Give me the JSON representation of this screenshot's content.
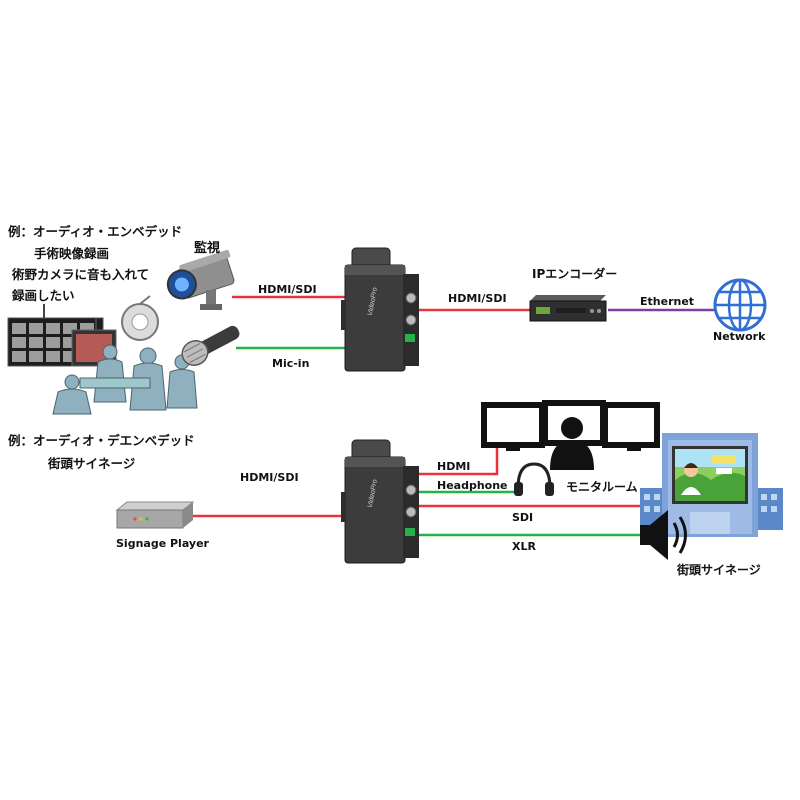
{
  "example1": {
    "title": "例：オーディオ・エンベデッド",
    "subtitle": "手術映像録画",
    "desc_line1": "術野カメラに音も入れて",
    "desc_line2": "録画したい",
    "camera_label": "監視",
    "hdmi_sdi_in": "HDMI/SDI",
    "mic_in": "Mic-in",
    "hdmi_sdi_out": "HDMI/SDI",
    "encoder_label": "IPエンコーダー",
    "ethernet": "Ethernet",
    "network": "Network"
  },
  "example2": {
    "title": "例：オーディオ・デエンベデッド",
    "subtitle": "街頭サイネージ",
    "hdmi_sdi_in": "HDMI/SDI",
    "player_label": "Signage Player",
    "hdmi": "HDMI",
    "headphone": "Headphone",
    "monitor_room": "モニタルーム",
    "sdi": "SDI",
    "xlr": "XLR",
    "signage_label": "街頭サイネージ"
  },
  "colors": {
    "video_line": "#e8333a",
    "audio_line": "#27b14a",
    "ethernet_line": "#7b3fa0"
  }
}
